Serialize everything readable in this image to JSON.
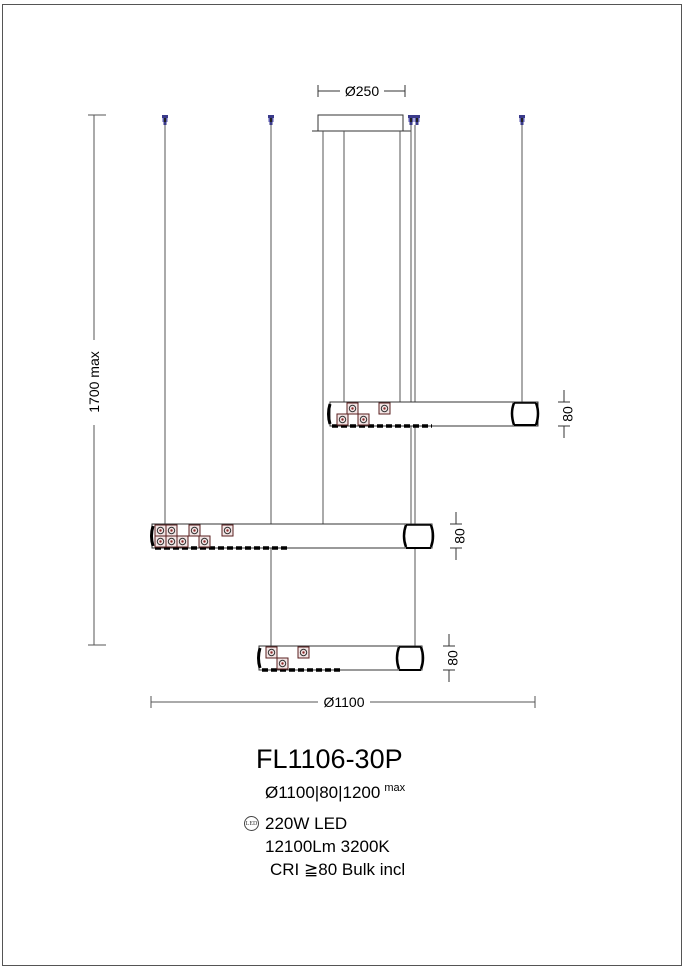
{
  "product": {
    "model": "FL1106-30P",
    "dimensions_line": "Ø1100|80|1200",
    "dimensions_suffix": "max",
    "led_badge": "LED",
    "power": "220W LED",
    "lumen_color": "12100Lm  3200K",
    "cri_prefix": "CRI",
    "cri_symbol": "≧",
    "cri_rest": "80 Bulk incl"
  },
  "drawing": {
    "canopy_diameter_label": "Ø250",
    "total_height_label": "1700 max",
    "overall_diameter_label": "Ø1100",
    "ring_heights": [
      {
        "ring": "upper",
        "label": "80"
      },
      {
        "ring": "middle",
        "label": "80"
      },
      {
        "ring": "lower",
        "label": "80"
      }
    ],
    "colors": {
      "line": "#333333",
      "cable": "#555555",
      "anchor": "#3a3a8a",
      "crystal_accent": "#8b2c2c"
    }
  }
}
